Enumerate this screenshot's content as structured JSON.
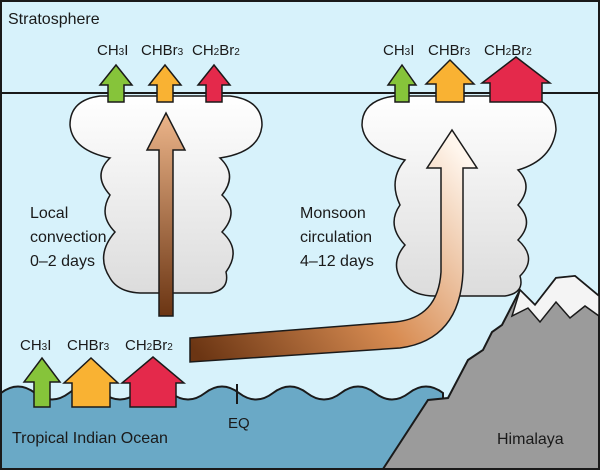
{
  "labels": {
    "stratosphere": "Stratosphere",
    "local_convection": [
      "Local",
      "convection",
      "0–2 days"
    ],
    "monsoon_circulation": [
      "Monsoon",
      "circulation",
      "4–12 days"
    ],
    "ocean": "Tropical Indian Ocean",
    "equator": "EQ",
    "mountains": "Himalaya"
  },
  "species": {
    "ch3i": [
      "CH",
      "3",
      "I"
    ],
    "chbr3": [
      "CHBr",
      "3",
      ""
    ],
    "ch2br2": [
      "CH",
      "2",
      "Br",
      "2"
    ]
  },
  "colors": {
    "sky": "#d7f2fb",
    "ocean": "#6aa9c6",
    "cloud": "#ededed",
    "mountain": "#9b9b9b",
    "snow": "#f4f4f4",
    "ch3i_arrow": "#86c43a",
    "chbr3_arrow": "#f9b233",
    "ch2br2_arrow": "#e4294b",
    "transport_arrow_dark": "#6b3513",
    "transport_arrow_light": "#fdf2e7"
  }
}
